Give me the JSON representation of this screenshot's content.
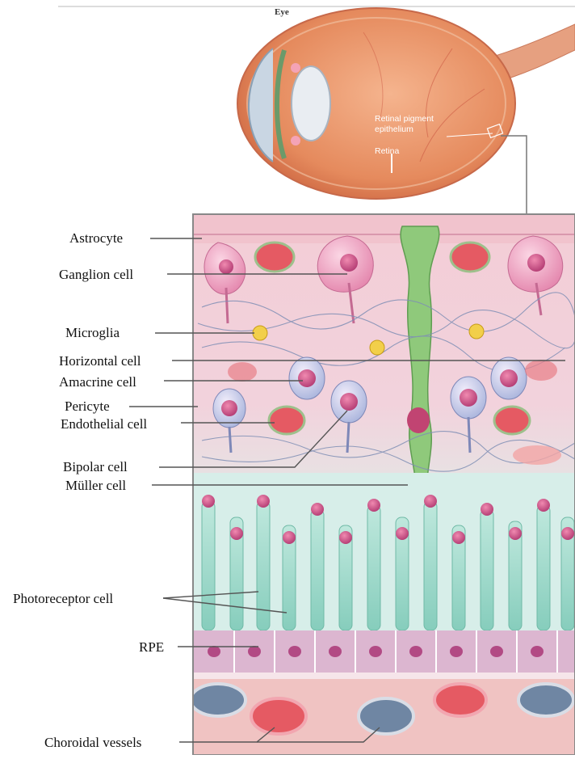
{
  "eye": {
    "title": "Eye",
    "labels": {
      "rpe_line1": "Retinal pigment",
      "rpe_line2": "epithelium",
      "retina": "Retina"
    }
  },
  "retina_labels": {
    "astrocyte": "Astrocyte",
    "ganglion": "Ganglion  cell",
    "microglia": "Microglia",
    "horizontal": "Horizontal  cell",
    "amacrine": "Amacrine  cell",
    "pericyte": "Pericyte",
    "endothelial": "Endothelial  cell",
    "bipolar": "Bipolar  cell",
    "muller": "Müller  cell",
    "photoreceptor": "Photoreceptor  cell",
    "rpe": "RPE",
    "choroidal": "Choroidal  vessels"
  },
  "colors": {
    "nerve_fiber": "#f4c7c9",
    "ganglion": "#ec9bb8",
    "muller": "#8fc97b",
    "photoreceptor": "#a9dccb",
    "rpe_layer": "#d9b3cf",
    "choroid": "#f0c3c2",
    "vessel_red": "#e55a63",
    "vessel_blue": "#6f86a3"
  }
}
